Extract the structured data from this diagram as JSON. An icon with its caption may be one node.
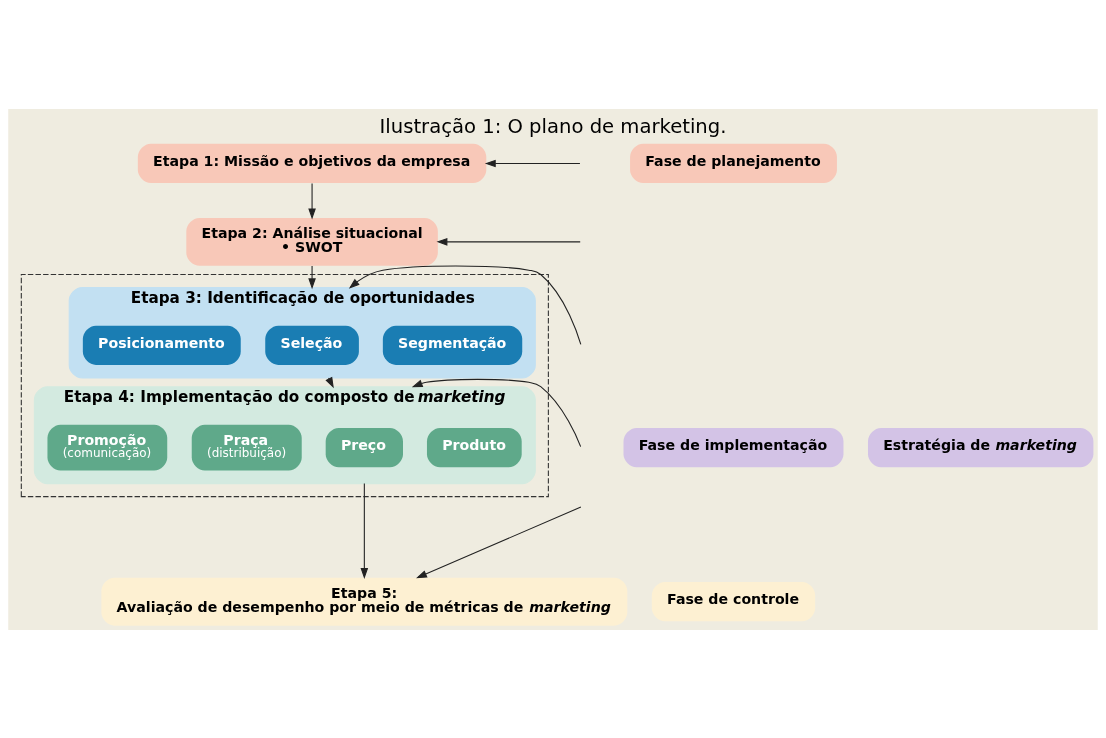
{
  "diagram": {
    "title": "Ilustração 1: O plano de marketing.",
    "nodes": [
      {
        "text": [
          "Etapa 1: Missão e objetivos da empresa"
        ]
      },
      {
        "text": [
          "Fase de planejamento"
        ]
      },
      {
        "text": [
          "Etapa 2: Análise situacional",
          "• SWOT"
        ]
      },
      {
        "text": [],
        "shape": "box"
      },
      {
        "text": [
          "Fase de implementação"
        ]
      },
      {
        "text": [
          "Etapa 3: Identificação de oportunidades"
        ],
        "in": 3
      },
      {
        "text": [
          "Segmentação"
        ],
        "in": 5
      },
      {
        "text": [
          "Seleção"
        ],
        "in": 5
      },
      {
        "text": [
          "Posicionamento"
        ],
        "in": 5
      },
      {
        "text": [
          "Estratégia de *marketing*"
        ]
      },
      {
        "text": [
          "Etapa 4: Implementação do composto de *marketing*"
        ],
        "in": 3
      },
      {
        "text": [
          "Produto"
        ],
        "in": 10
      },
      {
        "text": [
          "Preço"
        ],
        "in": 10
      },
      {
        "text": [
          "Praça",
          "(distribuição)"
        ],
        "in": 10
      },
      {
        "text": [
          "Promoção",
          "(comunicação)"
        ],
        "in": 10
      },
      {
        "text": [
          "Fase de controle"
        ]
      },
      {
        "text": [
          "Etapa 5:",
          "Avaliação de desempenho por meio de métricas de *marketing*"
        ]
      }
    ],
    "edges": [
      {
        "from": 0,
        "to": 2,
        "arrow": "to"
      },
      {
        "from": 2,
        "to": 5,
        "arrow": "to"
      },
      {
        "from": 5,
        "to": 10,
        "arrow": "to"
      },
      {
        "from": 10,
        "to": 16,
        "arrow": "to"
      },
      {
        "from": null,
        "to": 0,
        "arrow": "to"
      },
      {
        "from": null,
        "to": 2,
        "arrow": "to"
      },
      {
        "from": null,
        "to": 5,
        "arrow": "to"
      },
      {
        "from": null,
        "to": 10,
        "arrow": "to"
      },
      {
        "from": null,
        "to": 16,
        "arrow": "to"
      }
    ]
  }
}
